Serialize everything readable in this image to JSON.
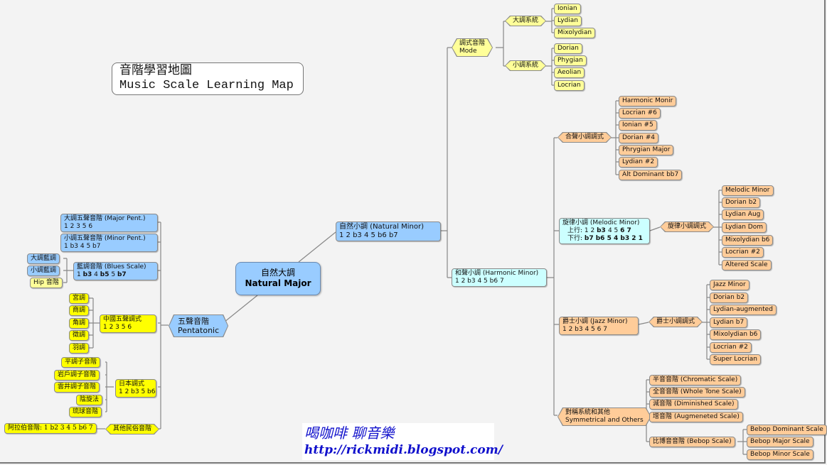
{
  "title": {
    "zh": "音階學習地圖",
    "en": "Music Scale Learning Map"
  },
  "root": {
    "zh": "自然大調",
    "en": "Natural Major"
  },
  "left": {
    "pentatonic": {
      "zh": "五聲音階",
      "en": "Pentatonic"
    },
    "major_pent": {
      "l1": "大調五聲音階 (Major Pent.)",
      "l2": "1 2 3 5 6"
    },
    "minor_pent": {
      "l1": "小調五聲音階 (Minor Pent.)",
      "l2": "1 b3 4 5 b7"
    },
    "blues": {
      "l1": "藍調音階 (Blues Scale)",
      "l2_parts": [
        "1 ",
        "b3",
        " 4 ",
        "b5",
        " 5 ",
        "b7"
      ]
    },
    "blues_children": [
      "大調藍調",
      "小調藍調",
      "Hip 音階"
    ],
    "chinese": {
      "l1": "中國五聲調式",
      "l2": "1 2 3 5 6"
    },
    "chinese_children": [
      "宮調",
      "商調",
      "角調",
      "徵調",
      "羽調"
    ],
    "japanese": {
      "l1": "日本調式",
      "l2": "1 2 b3 5 b6"
    },
    "japanese_children": [
      "平調子音階",
      "岩戶調子音階",
      "雲井調子音階",
      "陰旋法",
      "琉球音階"
    ],
    "folk": {
      "label": "其他民俗音階"
    },
    "folk_children": [
      "阿拉伯音階: 1 b2 3 4 5 b6 7"
    ]
  },
  "right": {
    "natural_minor": {
      "l1": "自然小調 (Natural Minor)",
      "l2": "1 2 b3 4 5 b6 b7"
    },
    "mode": {
      "zh": "調式音階",
      "en": "Mode"
    },
    "major_system": "大調系統",
    "major_modes": [
      "Ionian",
      "Lydian",
      "Mixolydian"
    ],
    "minor_system": "小調系統",
    "minor_modes": [
      "Dorian",
      "Phygian",
      "Aeolian",
      "Locrian"
    ],
    "harmonic_minor": {
      "l1": "和聲小調 (Harmonic Minor)",
      "l2": "1 2 b3 4 5 b6 7"
    },
    "harmonic_modes_label": "合聲小調調式",
    "harmonic_modes": [
      "Harmonic Monir",
      "Locrian #6",
      "Ionian #5",
      "Dorian #4",
      "Phrygian Major",
      "Lydian #2",
      "Alt Dominant bb7"
    ],
    "melodic_minor": {
      "l1": "旋律小調 (Melodic Minor)",
      "up_label": "上行: ",
      "up": "1 2 b3 4 5 6 7",
      "down_label": "下行: ",
      "down": "b7 b6 5 4 b3 2 1"
    },
    "melodic_modes_label": "旋律小調調式",
    "melodic_modes": [
      "Melodic Minor",
      "Dorian b2",
      "Lydian Aug",
      "Lydian Dom",
      "Mixolydian b6",
      "Locrian #2",
      "Altered Scale"
    ],
    "jazz_minor": {
      "l1": "爵士小調 (Jazz Minor)",
      "l2": "1 2 b3 4 5 6 7"
    },
    "jazz_modes_label": "爵士小調調式",
    "jazz_modes": [
      "Jazz Minor",
      "Dorian b2",
      "Lydian-augmented",
      "Lydian b7",
      "Mixolydian b6",
      "Locrian #2",
      "Super Locrian"
    ],
    "symmetrical": {
      "zh": "對稱系統和其他",
      "en": "Symmetrical and Others"
    },
    "symmetrical_children": [
      "半音音階 (Chromatic Scale)",
      "全音音階 (Whole Tone Scale)",
      "減音階 (Diminished Scale)",
      "增音階 (Augmeneted Scale)",
      "比博音音階 (Bebop Scale)"
    ],
    "bebop_children": [
      "Bebop Dominant Scale",
      "Bebop Major Scale",
      "Bebop Minor Scale"
    ]
  },
  "footer": {
    "line1": "喝咖啡 聊音樂",
    "line2": "http://rickmidi.blogspot.com/"
  },
  "colors": {
    "blue": "#99ccff",
    "yellow": "#ffff99",
    "bright_yellow": "#ffff00",
    "cyan": "#ccffff",
    "orange": "#ffcc99",
    "footer_text": "#1010cc"
  }
}
